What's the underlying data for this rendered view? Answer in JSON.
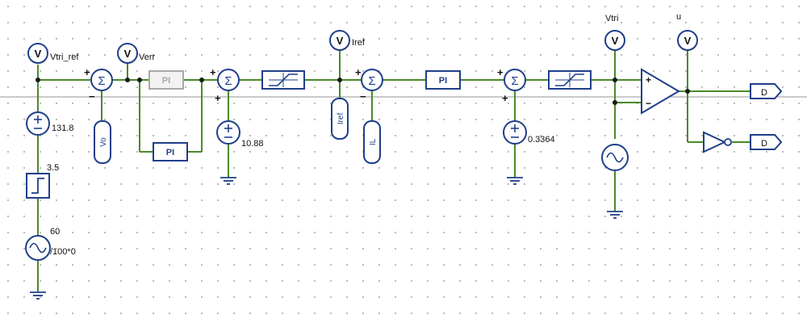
{
  "colors": {
    "wire": "#4a8a2a",
    "block": "#1f3f8a",
    "text": "#111111",
    "grid": "#8a8a8a",
    "gray_block": "#a8a8a8",
    "page_line": "#b8b8b8"
  },
  "probes": {
    "p1": {
      "symbol": "V",
      "label": "Vtri_ref"
    },
    "p2": {
      "symbol": "V",
      "label": "Verr"
    },
    "p3": {
      "symbol": "V",
      "label": "Iref"
    },
    "p4": {
      "symbol": "V",
      "label": "Vtri"
    },
    "p5": {
      "symbol": "V",
      "label": "u"
    }
  },
  "sources": {
    "dc1": {
      "value": "131.8"
    },
    "step1": {
      "value": "3.5"
    },
    "sine1": {
      "line1": "60",
      "line2": "/100*0"
    },
    "dc2": {
      "value": "10.88"
    },
    "dc3": {
      "value": "0.3364"
    }
  },
  "blocks": {
    "sum_symbol": "Σ",
    "pi_label": "PI",
    "sensors": [
      "Vo",
      "Iref",
      "IL"
    ]
  },
  "outputs": {
    "d": "D",
    "d_bar": "D"
  },
  "signs": {
    "plus": "+",
    "minus": "−"
  }
}
